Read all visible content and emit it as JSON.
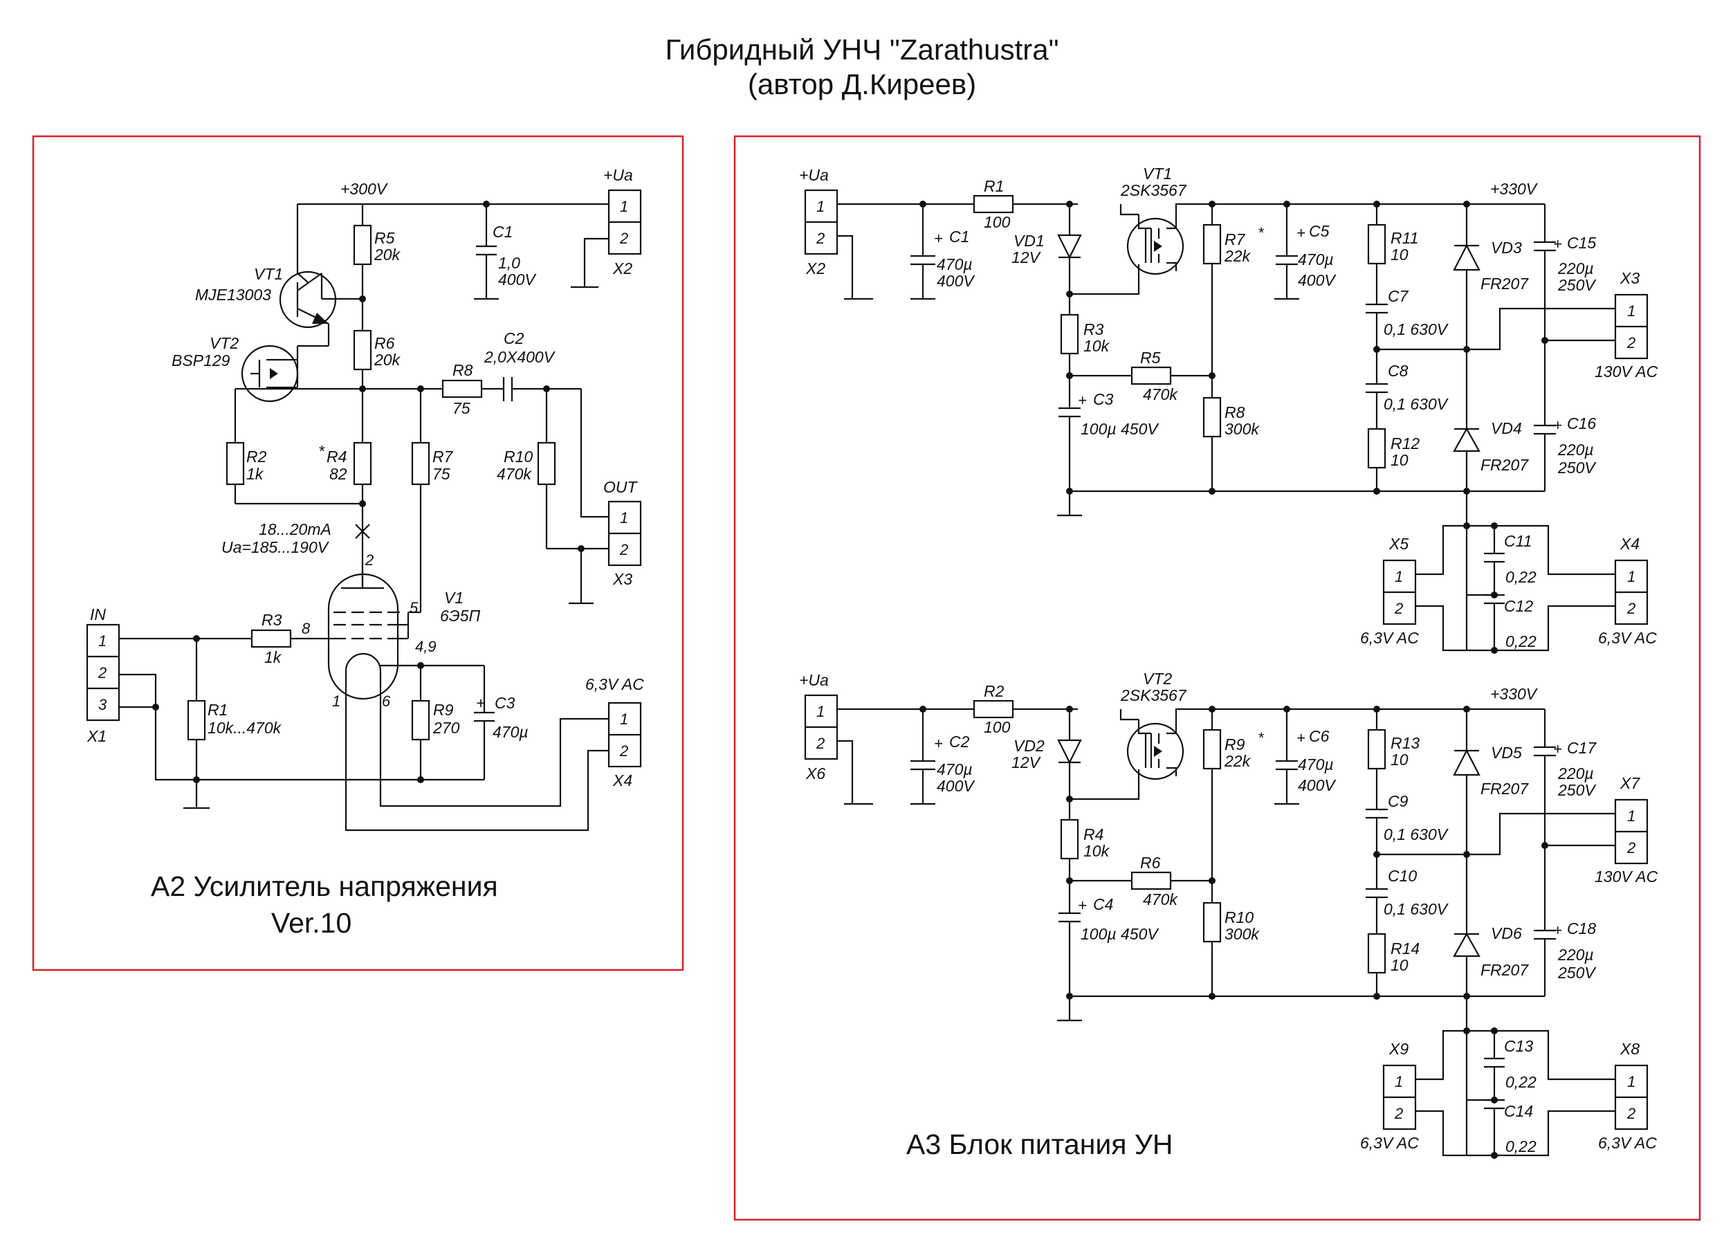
{
  "title": {
    "line1": "Гибридный УНЧ \"Zarathustra\"",
    "line2": "(автор Д.Киреев)"
  },
  "colors": {
    "frame": "#d9202a",
    "wire": "#111111"
  },
  "a2": {
    "caption": "A2 Усилитель напряжения",
    "version": "Ver.10",
    "labels": {
      "rail": "+300V",
      "vt1_ref": "VT1",
      "vt1_val": "MJE13003",
      "vt2_ref": "VT2",
      "vt2_val": "BSP129",
      "r5_ref": "R5",
      "r5_val": "20k",
      "r6_ref": "R6",
      "r6_val": "20k",
      "r4_star": "*",
      "r4_ref": "R4",
      "r4_val": "82",
      "r2_ref": "R2",
      "r2_val": "1k",
      "r7_ref": "R7",
      "r7_val": "75",
      "r8_ref": "R8",
      "r8_val": "75",
      "c2_ref": "C2",
      "c2_val": "2,0X400V",
      "r10_ref": "R10",
      "r10_val": "470k",
      "c1_ref": "C1",
      "c1_val1": "1,0",
      "c1_val2": "400V",
      "x2_name": "+Ua",
      "x2_ref": "X2",
      "out_name": "OUT",
      "x3_ref": "X3",
      "bias1": "18...20mA",
      "bias2": "Ua=185...190V",
      "v1_ref": "V1",
      "v1_val": "6Э5П",
      "pin2": "2",
      "pin5": "5",
      "pin8": "8",
      "pin49": "4,9",
      "pin1": "1",
      "pin6": "6",
      "in_name": "IN",
      "x1_ref": "X1",
      "r3_ref": "R3",
      "r3_val": "1k",
      "r1_ref": "R1",
      "r1_val": "10k...470k",
      "r9_ref": "R9",
      "r9_val": "270",
      "c3_plus": "+",
      "c3_ref": "C3",
      "c3_val": "470µ",
      "x4_name": "6,3V AC",
      "x4_ref": "X4"
    }
  },
  "a3": {
    "caption": "A3 Блок питания УН",
    "top": {
      "ua": "+Ua",
      "xin": "X2",
      "r1_ref": "R1",
      "r1_val": "100",
      "c1_ref": "C1",
      "c1_v1": "470µ",
      "c1_v2": "400V",
      "vt_ref": "VT1",
      "vt_val": "2SK3567",
      "vd_ref": "VD1",
      "vd_val": "12V",
      "r3_ref": "R3",
      "r3_val": "10k",
      "r5_ref": "R5",
      "r5_val": "470k",
      "c3_ref": "C3",
      "c3_val": "100µ 450V",
      "r7_ref": "R7",
      "r7_val": "22k",
      "r8_ref": "R8",
      "r8_val": "300k",
      "c5_ref": "C5",
      "c5_v1": "470µ",
      "c5_v2": "400V",
      "rail": "+330V",
      "r11_ref": "R11",
      "r11_val": "10",
      "c7_ref": "C7",
      "c7_val": "0,1 630V",
      "c8_ref": "C8",
      "c8_val": "0,1 630V",
      "r12_ref": "R12",
      "r12_val": "10",
      "vdu_ref": "VD3",
      "vdu_val": "FR207",
      "vdd_ref": "VD4",
      "vdd_val": "FR207",
      "cu_ref": "C15",
      "cu_v1": "220µ",
      "cu_v2": "250V",
      "cd_ref": "C16",
      "cd_v1": "220µ",
      "cd_v2": "250V",
      "xac_ref": "X3",
      "xac_val": "130V AC",
      "xl_ref": "X5",
      "xl_val": "6,3V AC",
      "xr_ref": "X4",
      "xr_val": "6,3V AC",
      "cfu_ref": "C11",
      "cfu_val": "0,22",
      "cfd_ref": "C12",
      "cfd_val": "0,22"
    },
    "bottom": {
      "ua": "+Ua",
      "xin": "X6",
      "r1_ref": "R2",
      "r1_val": "100",
      "c1_ref": "C2",
      "c1_v1": "470µ",
      "c1_v2": "400V",
      "vt_ref": "VT2",
      "vt_val": "2SK3567",
      "vd_ref": "VD2",
      "vd_val": "12V",
      "r3_ref": "R4",
      "r3_val": "10k",
      "r5_ref": "R6",
      "r5_val": "470k",
      "c3_ref": "C4",
      "c3_val": "100µ 450V",
      "r7_ref": "R9",
      "r7_val": "22k",
      "r8_ref": "R10",
      "r8_val": "300k",
      "c5_ref": "C6",
      "c5_v1": "470µ",
      "c5_v2": "400V",
      "rail": "+330V",
      "r11_ref": "R13",
      "r11_val": "10",
      "c7_ref": "C9",
      "c7_val": "0,1 630V",
      "c8_ref": "C10",
      "c8_val": "0,1 630V",
      "r12_ref": "R14",
      "r12_val": "10",
      "vdu_ref": "VD5",
      "vdu_val": "FR207",
      "vdd_ref": "VD6",
      "vdd_val": "FR207",
      "cu_ref": "C17",
      "cu_v1": "220µ",
      "cu_v2": "250V",
      "cd_ref": "C18",
      "cd_v1": "220µ",
      "cd_v2": "250V",
      "xac_ref": "X7",
      "xac_val": "130V AC",
      "xl_ref": "X9",
      "xl_val": "6,3V AC",
      "xr_ref": "X8",
      "xr_val": "6,3V AC",
      "cfu_ref": "C13",
      "cfu_val": "0,22",
      "cfd_ref": "C14",
      "cfd_val": "0,22"
    },
    "plus": "+",
    "star": "*",
    "pin1": "1",
    "pin2": "2"
  }
}
